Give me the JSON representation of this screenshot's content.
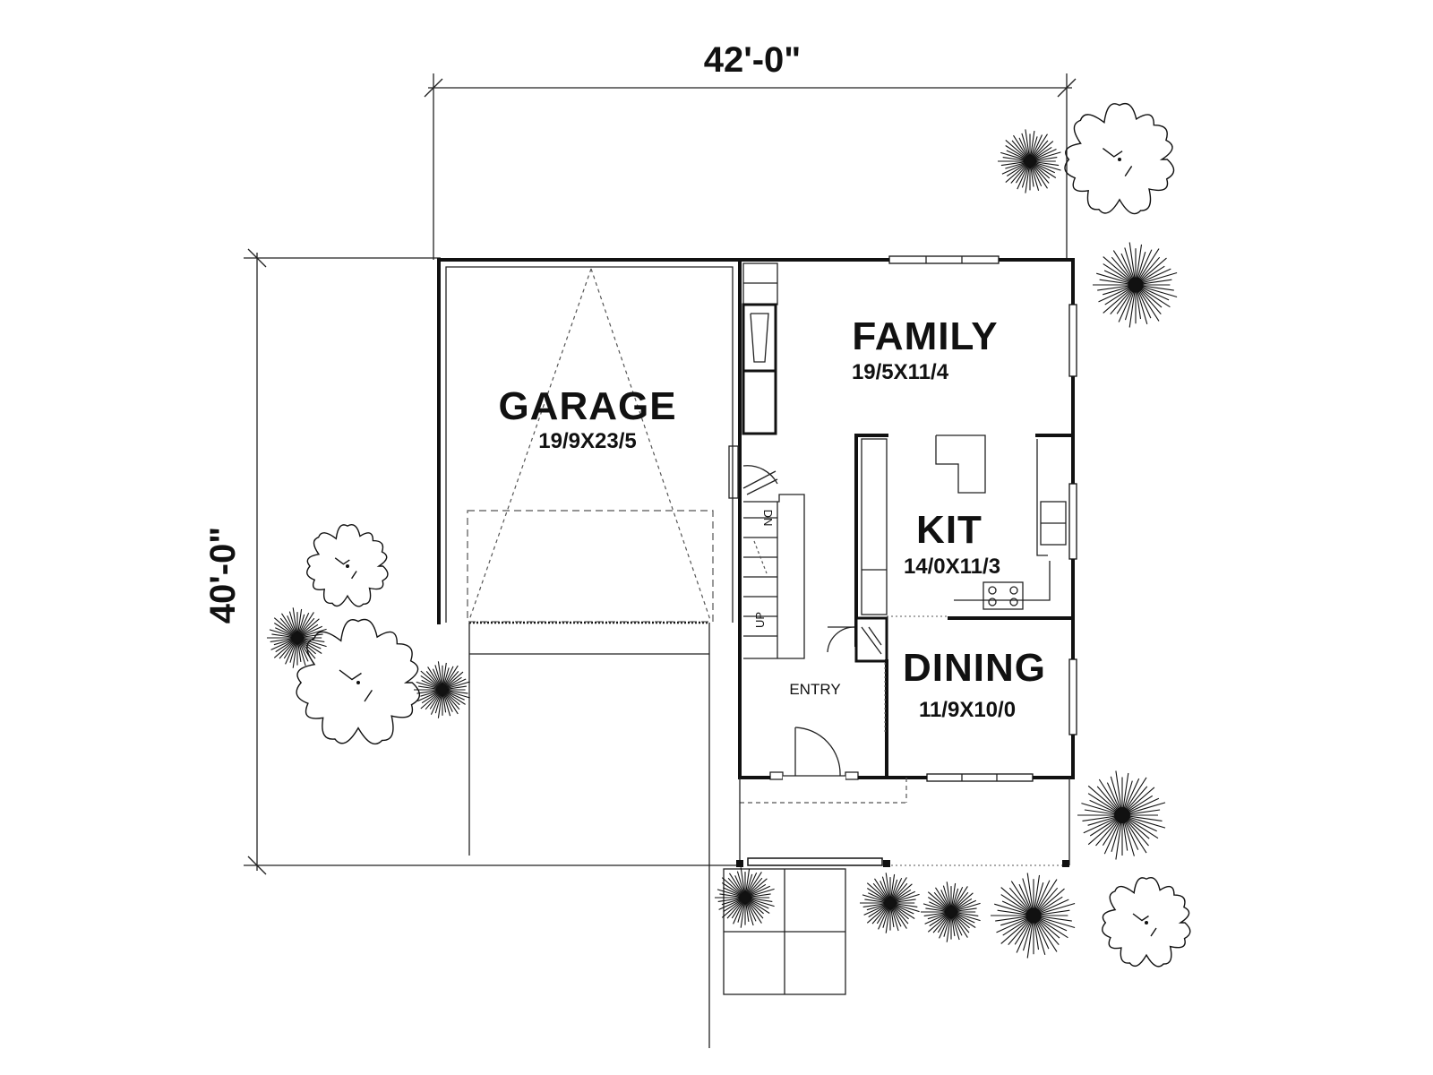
{
  "dimensions": {
    "width_label": "42'-0\"",
    "depth_label": "40'-0\""
  },
  "rooms": {
    "garage": {
      "name": "GARAGE",
      "size": "19/9X23/5"
    },
    "family": {
      "name": "FAMILY",
      "size": "19/5X11/4"
    },
    "kitchen": {
      "name": "KIT",
      "size": "14/0X11/3"
    },
    "dining": {
      "name": "DINING",
      "size": "11/9X10/0"
    },
    "entry": {
      "name": "ENTRY"
    }
  },
  "stairs": {
    "down_label": "DN",
    "up_label": "UP"
  },
  "colors": {
    "ink": "#111111",
    "background": "#ffffff"
  }
}
